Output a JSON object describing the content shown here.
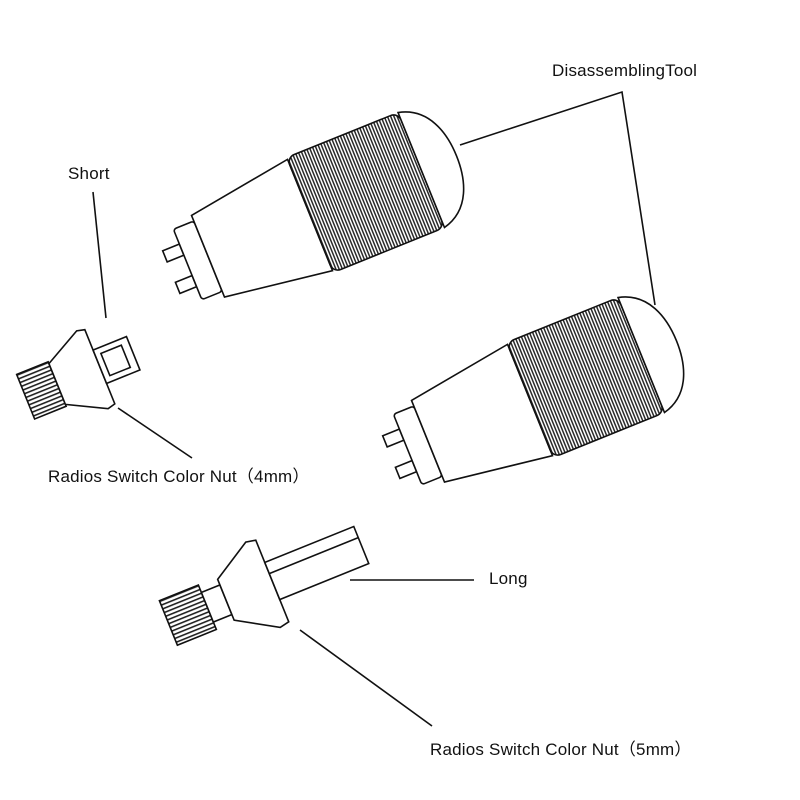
{
  "labels": {
    "disassembling_tool": "DisassemblingTool",
    "short": "Short",
    "nut_4mm": "Radios Switch Color Nut（4mm）",
    "long": "Long",
    "nut_5mm": "Radios Switch Color Nut（5mm）"
  },
  "colors": {
    "line": "#111111",
    "knurl": "#2b2b2b",
    "background": "#ffffff"
  }
}
